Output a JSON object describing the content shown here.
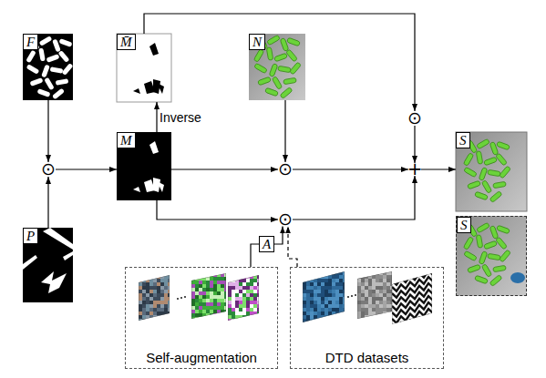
{
  "diagram": {
    "nodes": [
      {
        "text": [
          "F"
        ]
      },
      {
        "text": [
          "M̄"
        ]
      },
      {
        "text": [
          "N"
        ]
      },
      {
        "text": [
          "⊙"
        ]
      },
      {
        "text": [
          "M"
        ]
      },
      {
        "text": [
          "⊙"
        ]
      },
      {
        "text": [
          "⊙"
        ]
      },
      {
        "text": [
          "+"
        ]
      },
      {
        "text": [
          "S"
        ]
      },
      {
        "text": [
          "⊙"
        ]
      },
      {
        "text": [
          "S"
        ]
      },
      {
        "text": [
          "P"
        ]
      },
      {
        "text": [
          "A"
        ]
      },
      {
        "text": [
          "Self-augmentation"
        ]
      },
      {
        "text": [
          "DTD datasets"
        ]
      }
    ],
    "edges": [
      {
        "from": 0,
        "to": 5,
        "arrow": "to"
      },
      {
        "from": 11,
        "to": 5,
        "arrow": "to"
      },
      {
        "from": 5,
        "to": 4,
        "arrow": "to"
      },
      {
        "from": 4,
        "to": 1,
        "arrow": "to",
        "label": "Inverse"
      },
      {
        "from": 1,
        "to": 3,
        "arrow": "to"
      },
      {
        "from": 2,
        "to": 6,
        "arrow": "to"
      },
      {
        "from": 4,
        "to": 6,
        "arrow": "to"
      },
      {
        "from": 4,
        "to": 9,
        "arrow": "to"
      },
      {
        "from": 12,
        "to": 9,
        "arrow": "to"
      },
      {
        "from": 14,
        "to": 9,
        "arrow": "to"
      },
      {
        "from": 13,
        "to": 12,
        "arrow": "none"
      },
      {
        "from": 3,
        "to": 7,
        "arrow": "to"
      },
      {
        "from": 6,
        "to": 7,
        "arrow": "to"
      },
      {
        "from": 9,
        "to": 7,
        "arrow": "to"
      },
      {
        "from": 7,
        "to": 8,
        "arrow": "to"
      }
    ]
  }
}
